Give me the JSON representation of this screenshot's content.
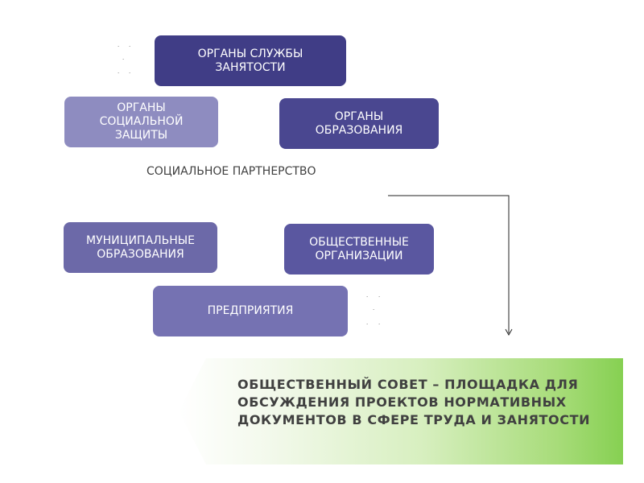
{
  "diagram": {
    "boxes": {
      "employment": "ОРГАНЫ СЛУЖБЫ\nЗАНЯТОСТИ",
      "social": "ОРГАНЫ\nСОЦИАЛЬНОЙ\nЗАЩИТЫ",
      "education": "ОРГАНЫ\nОБРАЗОВАНИЯ",
      "municipal": "МУНИЦИПАЛЬНЫЕ\nОБРАЗОВАНИЯ",
      "public": "ОБЩЕСТВЕННЫЕ\nОРГАНИЗАЦИИ",
      "enterprise": "ПРЕДПРИЯТИЯ"
    },
    "center_label": "СОЦИАЛЬНОЕ ПАРТНЕРСТВО",
    "banner_text": "ОБЩЕСТВЕННЫЙ СОВЕТ – ПЛОЩАДКА ДЛЯ\nОБСУЖДЕНИЯ ПРОЕКТОВ НОРМАТИВНЫХ\nДОКУМЕНТОВ В СФЕРЕ ТРУДА И ЗАНЯТОСТИ",
    "colors": {
      "dark_box": "#403d86",
      "light_box": "#8e8cc0",
      "banner_green": "#86d052"
    }
  }
}
